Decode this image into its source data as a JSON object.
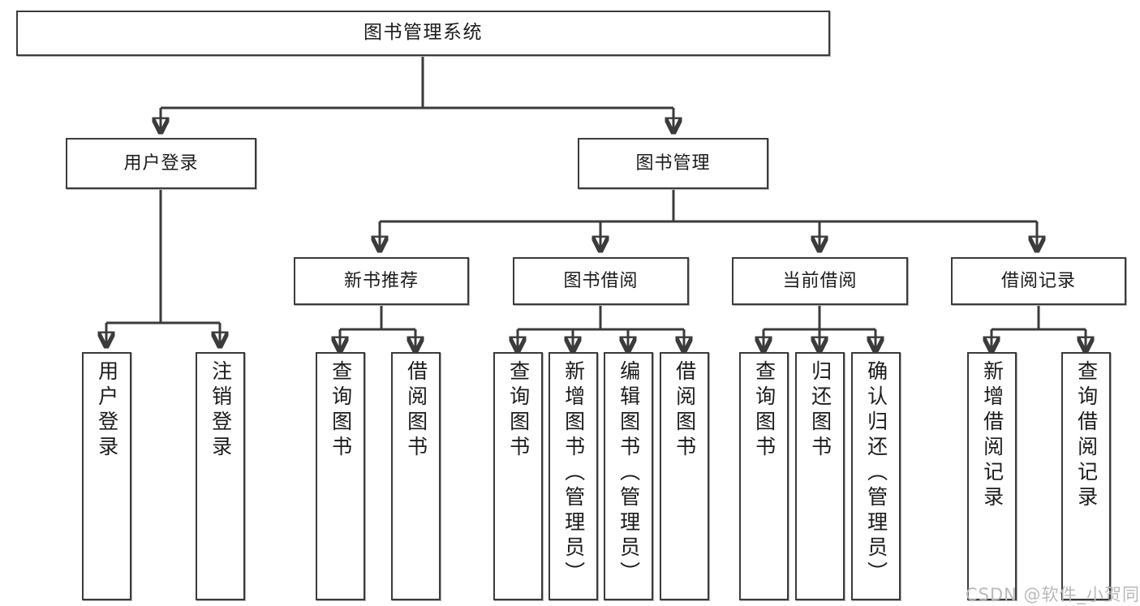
{
  "diagram": {
    "title": "图书管理系统",
    "type": "tree-hierarchy",
    "watermark": "CSDN @软件_小贺同学",
    "colors": {
      "box_border": "#3b3b3b",
      "box_fill": "#ffffff",
      "connector": "#3b3b3b",
      "text": "#1b1b1b",
      "watermark": "#b9b9b9"
    },
    "root": {
      "id": "root",
      "label": "图书管理系统"
    },
    "level2": [
      {
        "id": "l2-0",
        "label": "用户登录"
      },
      {
        "id": "l2-1",
        "label": "图书管理"
      }
    ],
    "level3": [
      {
        "id": "l3-0",
        "label": "新书推荐"
      },
      {
        "id": "l3-1",
        "label": "图书借阅"
      },
      {
        "id": "l3-2",
        "label": "当前借阅"
      },
      {
        "id": "l3-3",
        "label": "借阅记录"
      }
    ],
    "leaves": [
      {
        "id": "leaf-0",
        "label": "用户登录",
        "parent": "用户登录"
      },
      {
        "id": "leaf-1",
        "label": "注销登录",
        "parent": "用户登录"
      },
      {
        "id": "leaf-2",
        "label": "查询图书",
        "parent": "新书推荐"
      },
      {
        "id": "leaf-3",
        "label": "借阅图书",
        "parent": "新书推荐"
      },
      {
        "id": "leaf-4",
        "label": "查询图书",
        "parent": "图书借阅"
      },
      {
        "id": "leaf-5",
        "label": "新增图书（管理员）",
        "parent": "图书借阅"
      },
      {
        "id": "leaf-6",
        "label": "编辑图书（管理员）",
        "parent": "图书借阅"
      },
      {
        "id": "leaf-7",
        "label": "借阅图书",
        "parent": "图书借阅"
      },
      {
        "id": "leaf-8",
        "label": "查询图书",
        "parent": "当前借阅"
      },
      {
        "id": "leaf-9",
        "label": "归还图书",
        "parent": "当前借阅"
      },
      {
        "id": "leaf-10",
        "label": "确认归还（管理员）",
        "parent": "当前借阅"
      },
      {
        "id": "leaf-11",
        "label": "新增借阅记录",
        "parent": "借阅记录"
      },
      {
        "id": "leaf-12",
        "label": "查询借阅记录",
        "parent": "借阅记录"
      }
    ]
  }
}
